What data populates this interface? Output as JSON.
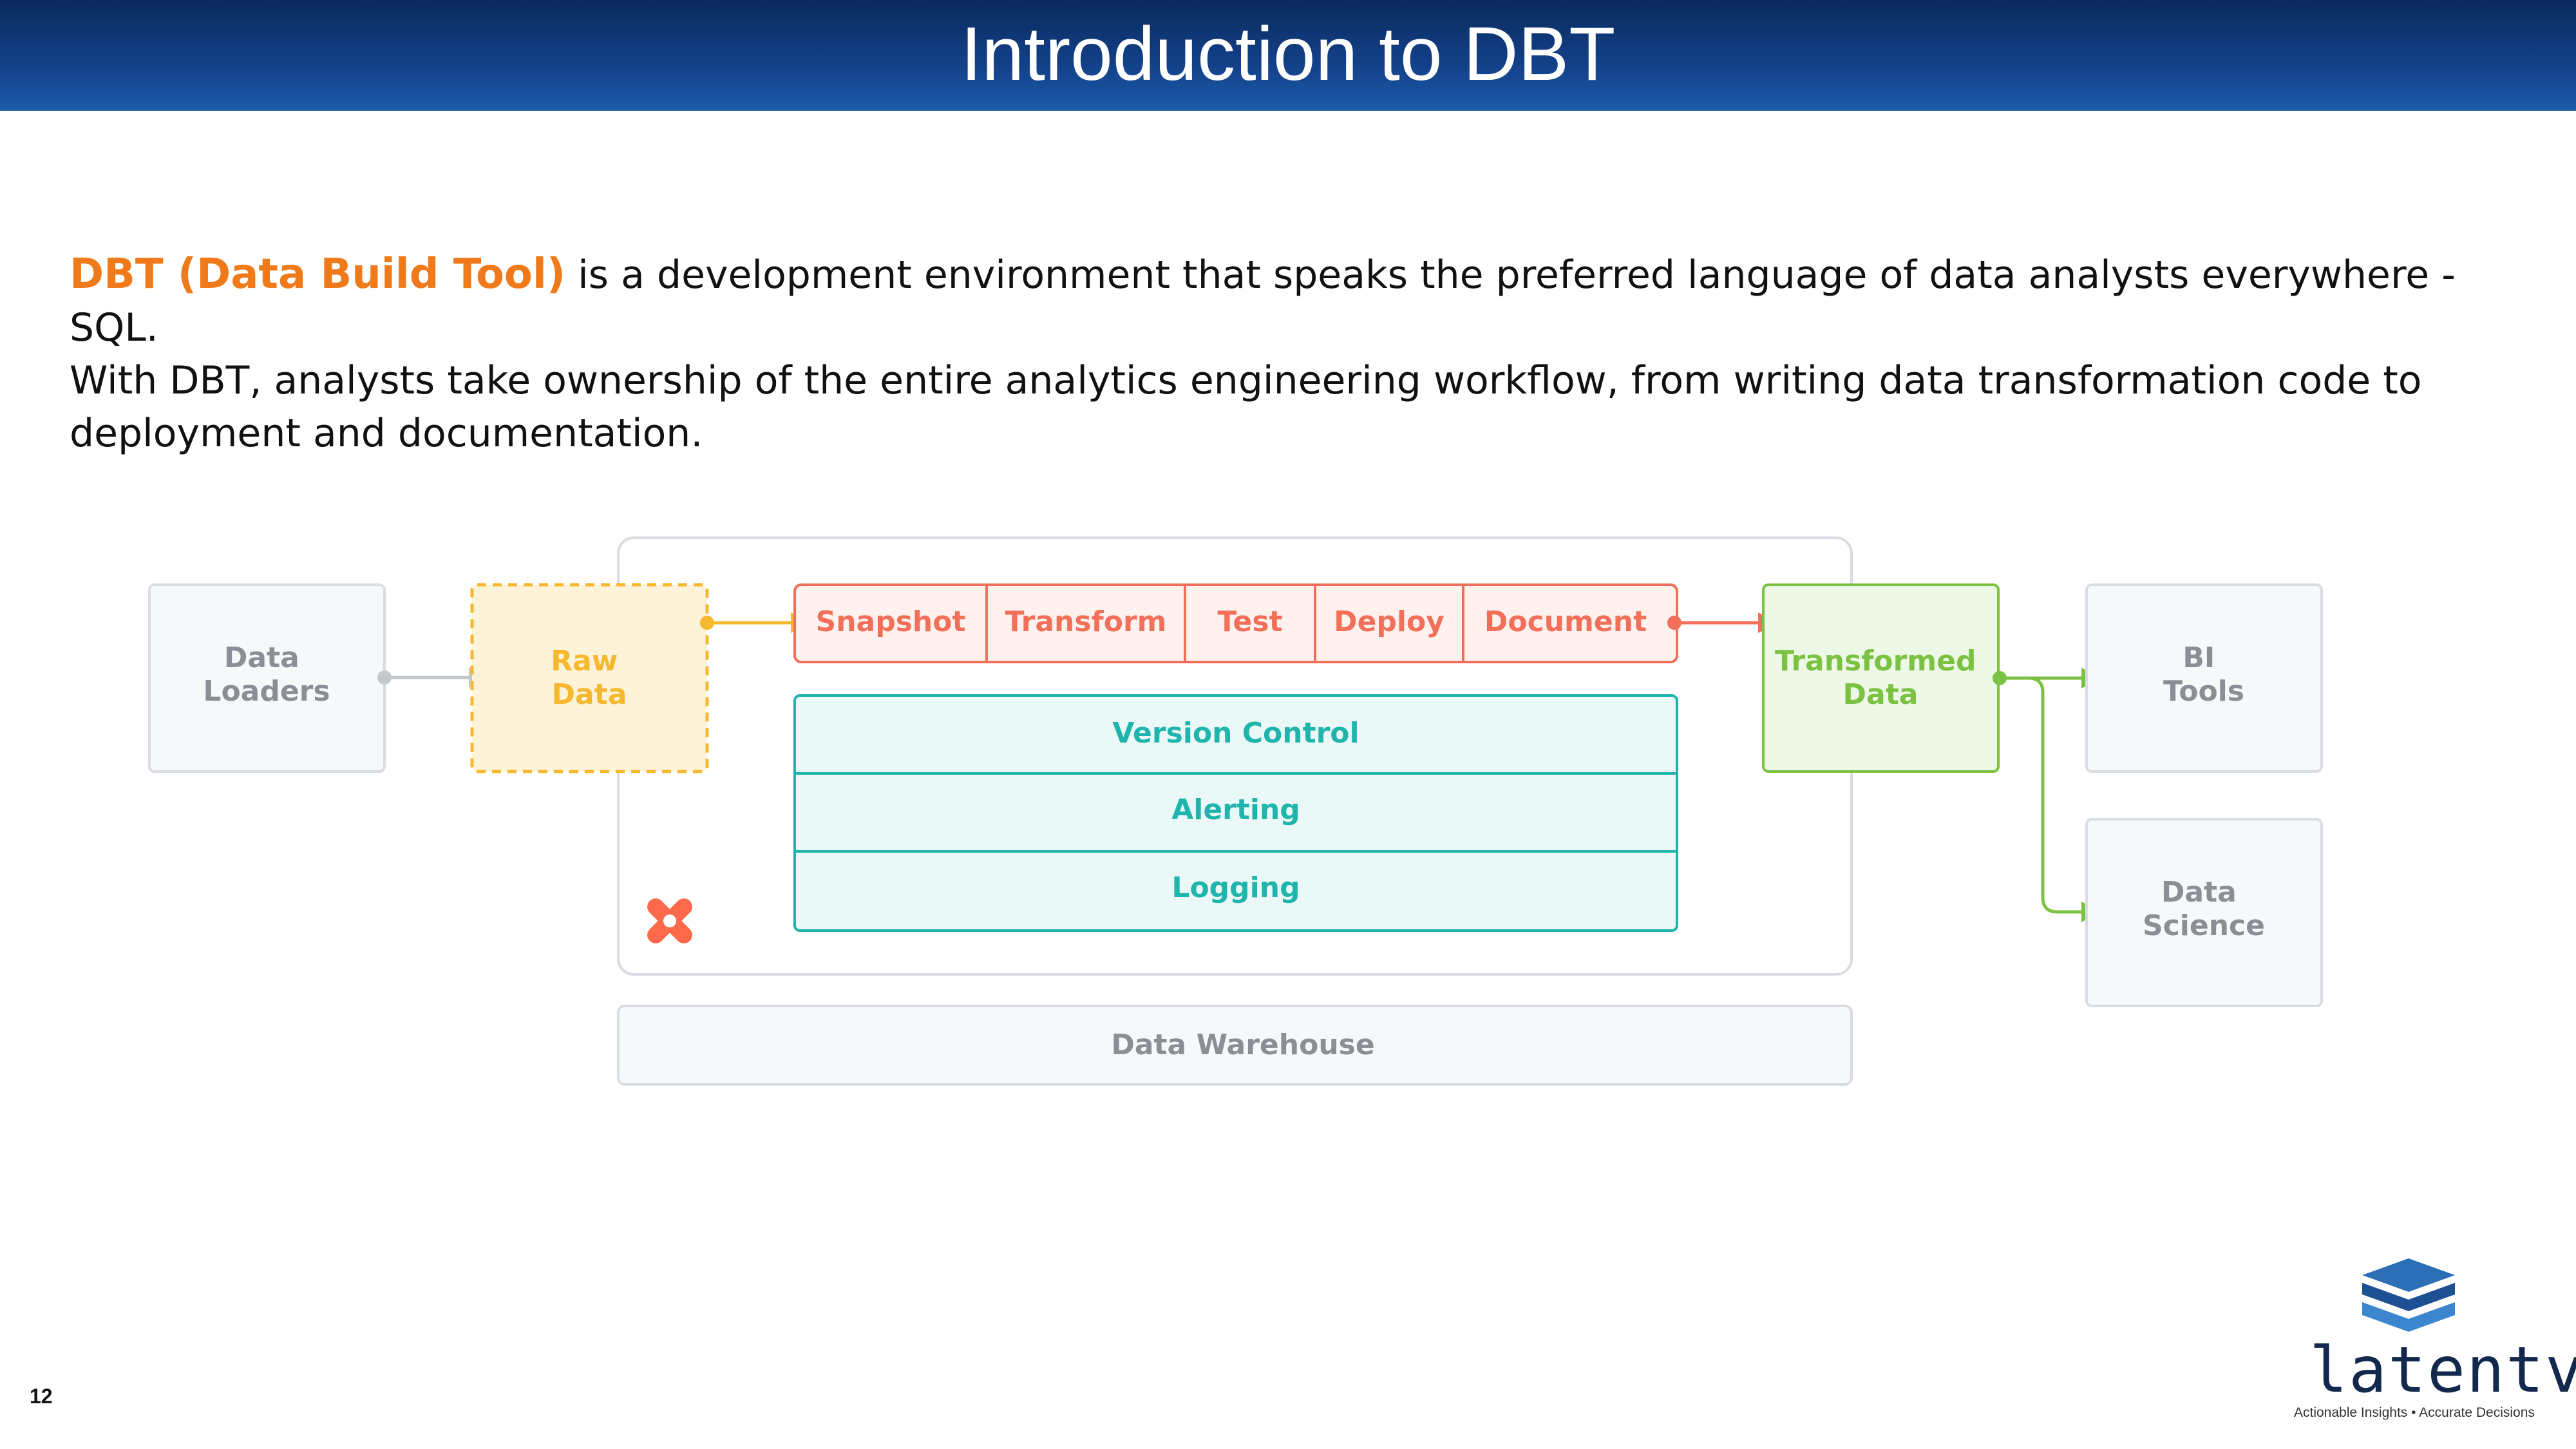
{
  "slide": {
    "title": "Introduction to DBT",
    "page_number": "12"
  },
  "intro": {
    "emphasis": "DBT (Data Build Tool)",
    "line1_rest": " is a development environment that speaks the preferred language of data analysts everywhere -SQL.",
    "line2": "With DBT, analysts take ownership of the entire analytics engineering workflow, from writing data transformation code to deployment and documentation."
  },
  "diagram": {
    "data_loaders": [
      "Data",
      "Loaders"
    ],
    "raw_data": [
      "Raw",
      "Data"
    ],
    "workflow_steps": [
      "Snapshot",
      "Transform",
      "Test",
      "Deploy",
      "Document"
    ],
    "platform_layers": [
      "Version Control",
      "Alerting",
      "Logging"
    ],
    "transformed_data": [
      "Transformed",
      "Data"
    ],
    "bi_tools": [
      "BI",
      "Tools"
    ],
    "data_science": [
      "Data",
      "Science"
    ],
    "data_warehouse": "Data Warehouse",
    "colors": {
      "gray_text": "#8a8f96",
      "raw": "#f5b82e",
      "steps": "#f2705a",
      "platform": "#1fb5ad",
      "transformed": "#7cc242",
      "dbt_logo": "#ff694b"
    }
  },
  "logo": {
    "wordmark": "latentview",
    "tagline": "Actionable Insights • Accurate Decisions"
  }
}
